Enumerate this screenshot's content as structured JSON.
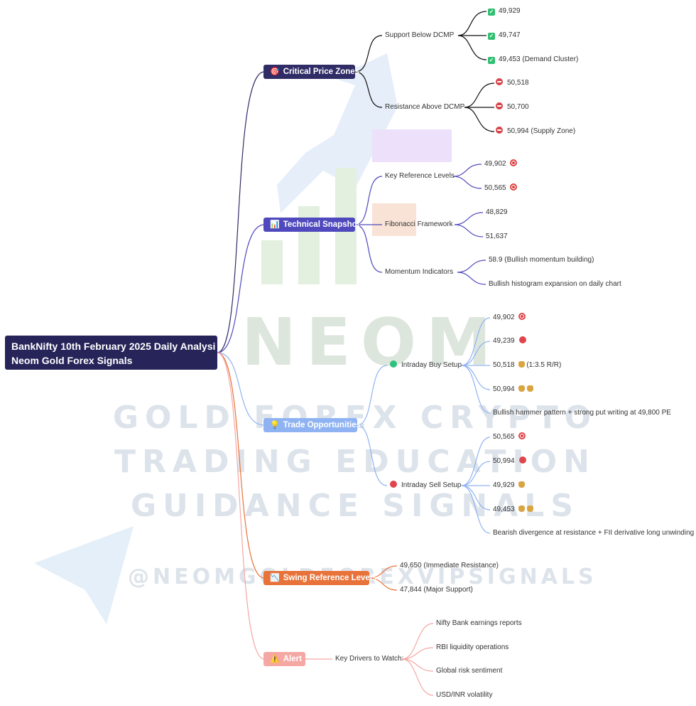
{
  "root": {
    "title_line1": "BankNifty 10th February 2025 Daily Analysi",
    "title_line2": "Neom Gold Forex Signals"
  },
  "watermark": {
    "brand": "NEOM",
    "line1": "GOLD FOREX CRYPTO",
    "line2": "TRADING EDUCATION",
    "line3": "GUIDANCE SIGNALS",
    "handle": "@NEOMGOLDFOREXVIPSIGNALS"
  },
  "branches": {
    "critical": {
      "label": "Critical Price Zones",
      "icon": "target-icon",
      "color": "#302c66",
      "support": {
        "label": "Support Below DCMP",
        "items": [
          "49,929",
          "49,747",
          "49,453 (Demand Cluster)"
        ]
      },
      "resistance": {
        "label": "Resistance Above DCMP",
        "items": [
          "50,518",
          "50,700",
          "50,994 (Supply Zone)"
        ]
      }
    },
    "technical": {
      "label": "Technical Snapshot",
      "icon": "bar-chart-icon",
      "color": "#4f49bd",
      "key_levels": {
        "label": "Key Reference Levels",
        "items": [
          "49,902",
          "50,565"
        ]
      },
      "fibonacci": {
        "label": "Fibonacci Framework",
        "items": [
          "48,829",
          "51,637"
        ]
      },
      "momentum": {
        "label": "Momentum Indicators",
        "items": [
          "58.9 (Bullish momentum building)",
          "Bullish histogram expansion on daily chart"
        ]
      }
    },
    "trade": {
      "label": "Trade Opportunities",
      "icon": "lightbulb-icon",
      "color": "#8fb3f2",
      "buy": {
        "label": "Intraday Buy Setup",
        "dot_color": "#2ec27e",
        "items": [
          "49,902",
          "49,239",
          "50,518",
          "50,994",
          "Bullish hammer pattern + strong put writing at 49,800 PE"
        ],
        "rr": "(1:3.5 R/R)"
      },
      "sell": {
        "label": "Intraday Sell Setup",
        "dot_color": "#e0454d",
        "items": [
          "50,565",
          "50,994",
          "49,929",
          "49,453",
          "Bearish divergence at resistance + FII derivative long unwinding"
        ]
      }
    },
    "swing": {
      "label": "Swing Reference Levels",
      "icon": "trend-chart-icon",
      "color": "#e8733a",
      "items": [
        "49,650 (Immediate Resistance)",
        "47,844 (Major Support)"
      ]
    },
    "alert": {
      "label": "Alert",
      "icon": "warning-icon",
      "color": "#f5a7a3",
      "drivers": {
        "label": "Key Drivers to Watch:",
        "items": [
          "Nifty Bank earnings reports",
          "RBI liquidity operations",
          "Global risk sentiment",
          "USD/INR volatility"
        ]
      }
    }
  }
}
